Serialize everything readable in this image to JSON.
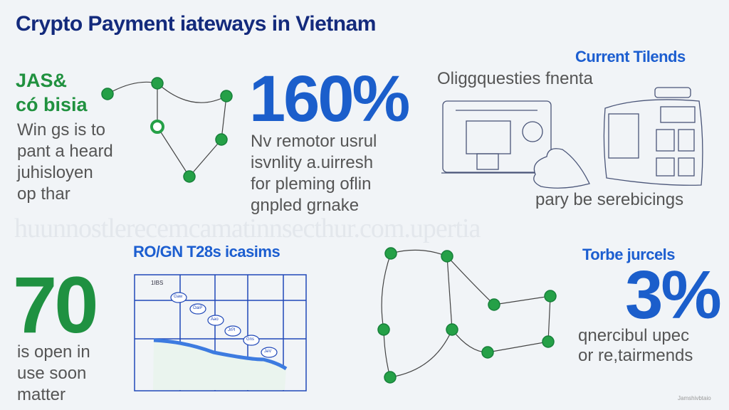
{
  "title": "Crypto Payment iateways in Vietnam",
  "left_top": {
    "heading": [
      "JAS&",
      "có bisia"
    ],
    "body": [
      "Win ɡs is to",
      "pant a heard",
      "juhisloyen",
      "op thar"
    ]
  },
  "stat_160": {
    "value": "160%",
    "body": [
      "Nv remotor usrul",
      "isvnlity a.uirresh",
      "for pleming oflin",
      "gnpled grnake"
    ]
  },
  "current_trends": {
    "heading": "Current Tilends",
    "subtitle": "Oliggquesties fnenta",
    "caption": "pary be serebicings"
  },
  "watermark": "huunnostlerecemcamatinnsecthur.com.upertia",
  "stat_70": {
    "value": "70",
    "body": [
      "is open in",
      "use soon",
      "matter"
    ]
  },
  "chart": {
    "heading": "RO/GN T28s icasims",
    "corner_label": "1IBS",
    "bubbles": [
      "Gaw",
      "OaiP",
      "Aǝo",
      "JrPl",
      "Gns",
      "JǝV"
    ]
  },
  "stat_3": {
    "heading": "Torbe jurcels",
    "value": "3%",
    "body": [
      "qnercibul upec",
      "or re,tairmends"
    ]
  },
  "footer_tiny": "Jamshivbtaio",
  "colors": {
    "navy": "#132a7c",
    "blue": "#1b5ecb",
    "green": "#20913f",
    "background": "#f1f4f7"
  }
}
